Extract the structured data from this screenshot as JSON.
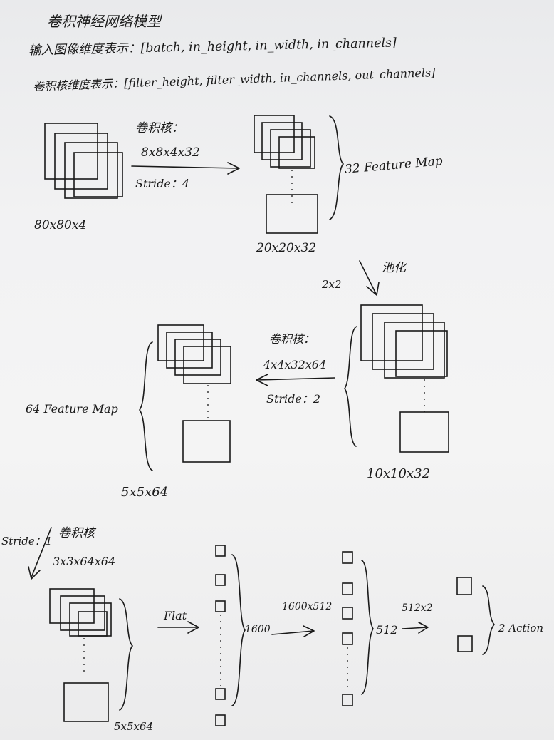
{
  "header": {
    "title": "卷积神经网络模型",
    "input_dims": "输入图像维度表示：[batch, in_height, in_width, in_channels]",
    "kernel_dims": "卷积核维度表示：[filter_height, filter_width, in_channels, out_channels]"
  },
  "layer1": {
    "input_size": "80x80x4",
    "kernel_label": "卷积核：",
    "kernel_size": "8x8x4x32",
    "stride": "Stride：4",
    "feature_maps": "32 Feature Map",
    "output_size": "20x20x32"
  },
  "pool": {
    "size": "2x2",
    "label": "池化"
  },
  "layer2": {
    "input_size": "10x10x32",
    "kernel_label": "卷积核：",
    "kernel_size": "4x4x32x64",
    "stride": "Stride：2",
    "feature_maps": "64 Feature Map",
    "output_size": "5x5x64"
  },
  "layer3": {
    "stride": "Stride：1",
    "kernel_label": "卷积核",
    "kernel_size": "3x3x64x64",
    "output_size": "5x5x64"
  },
  "dense": {
    "flat_label": "Flat",
    "flat_units": "1600",
    "weights1": "1600x512",
    "hidden_units": "512",
    "weights2": "512x2",
    "output_label": "2 Action"
  }
}
